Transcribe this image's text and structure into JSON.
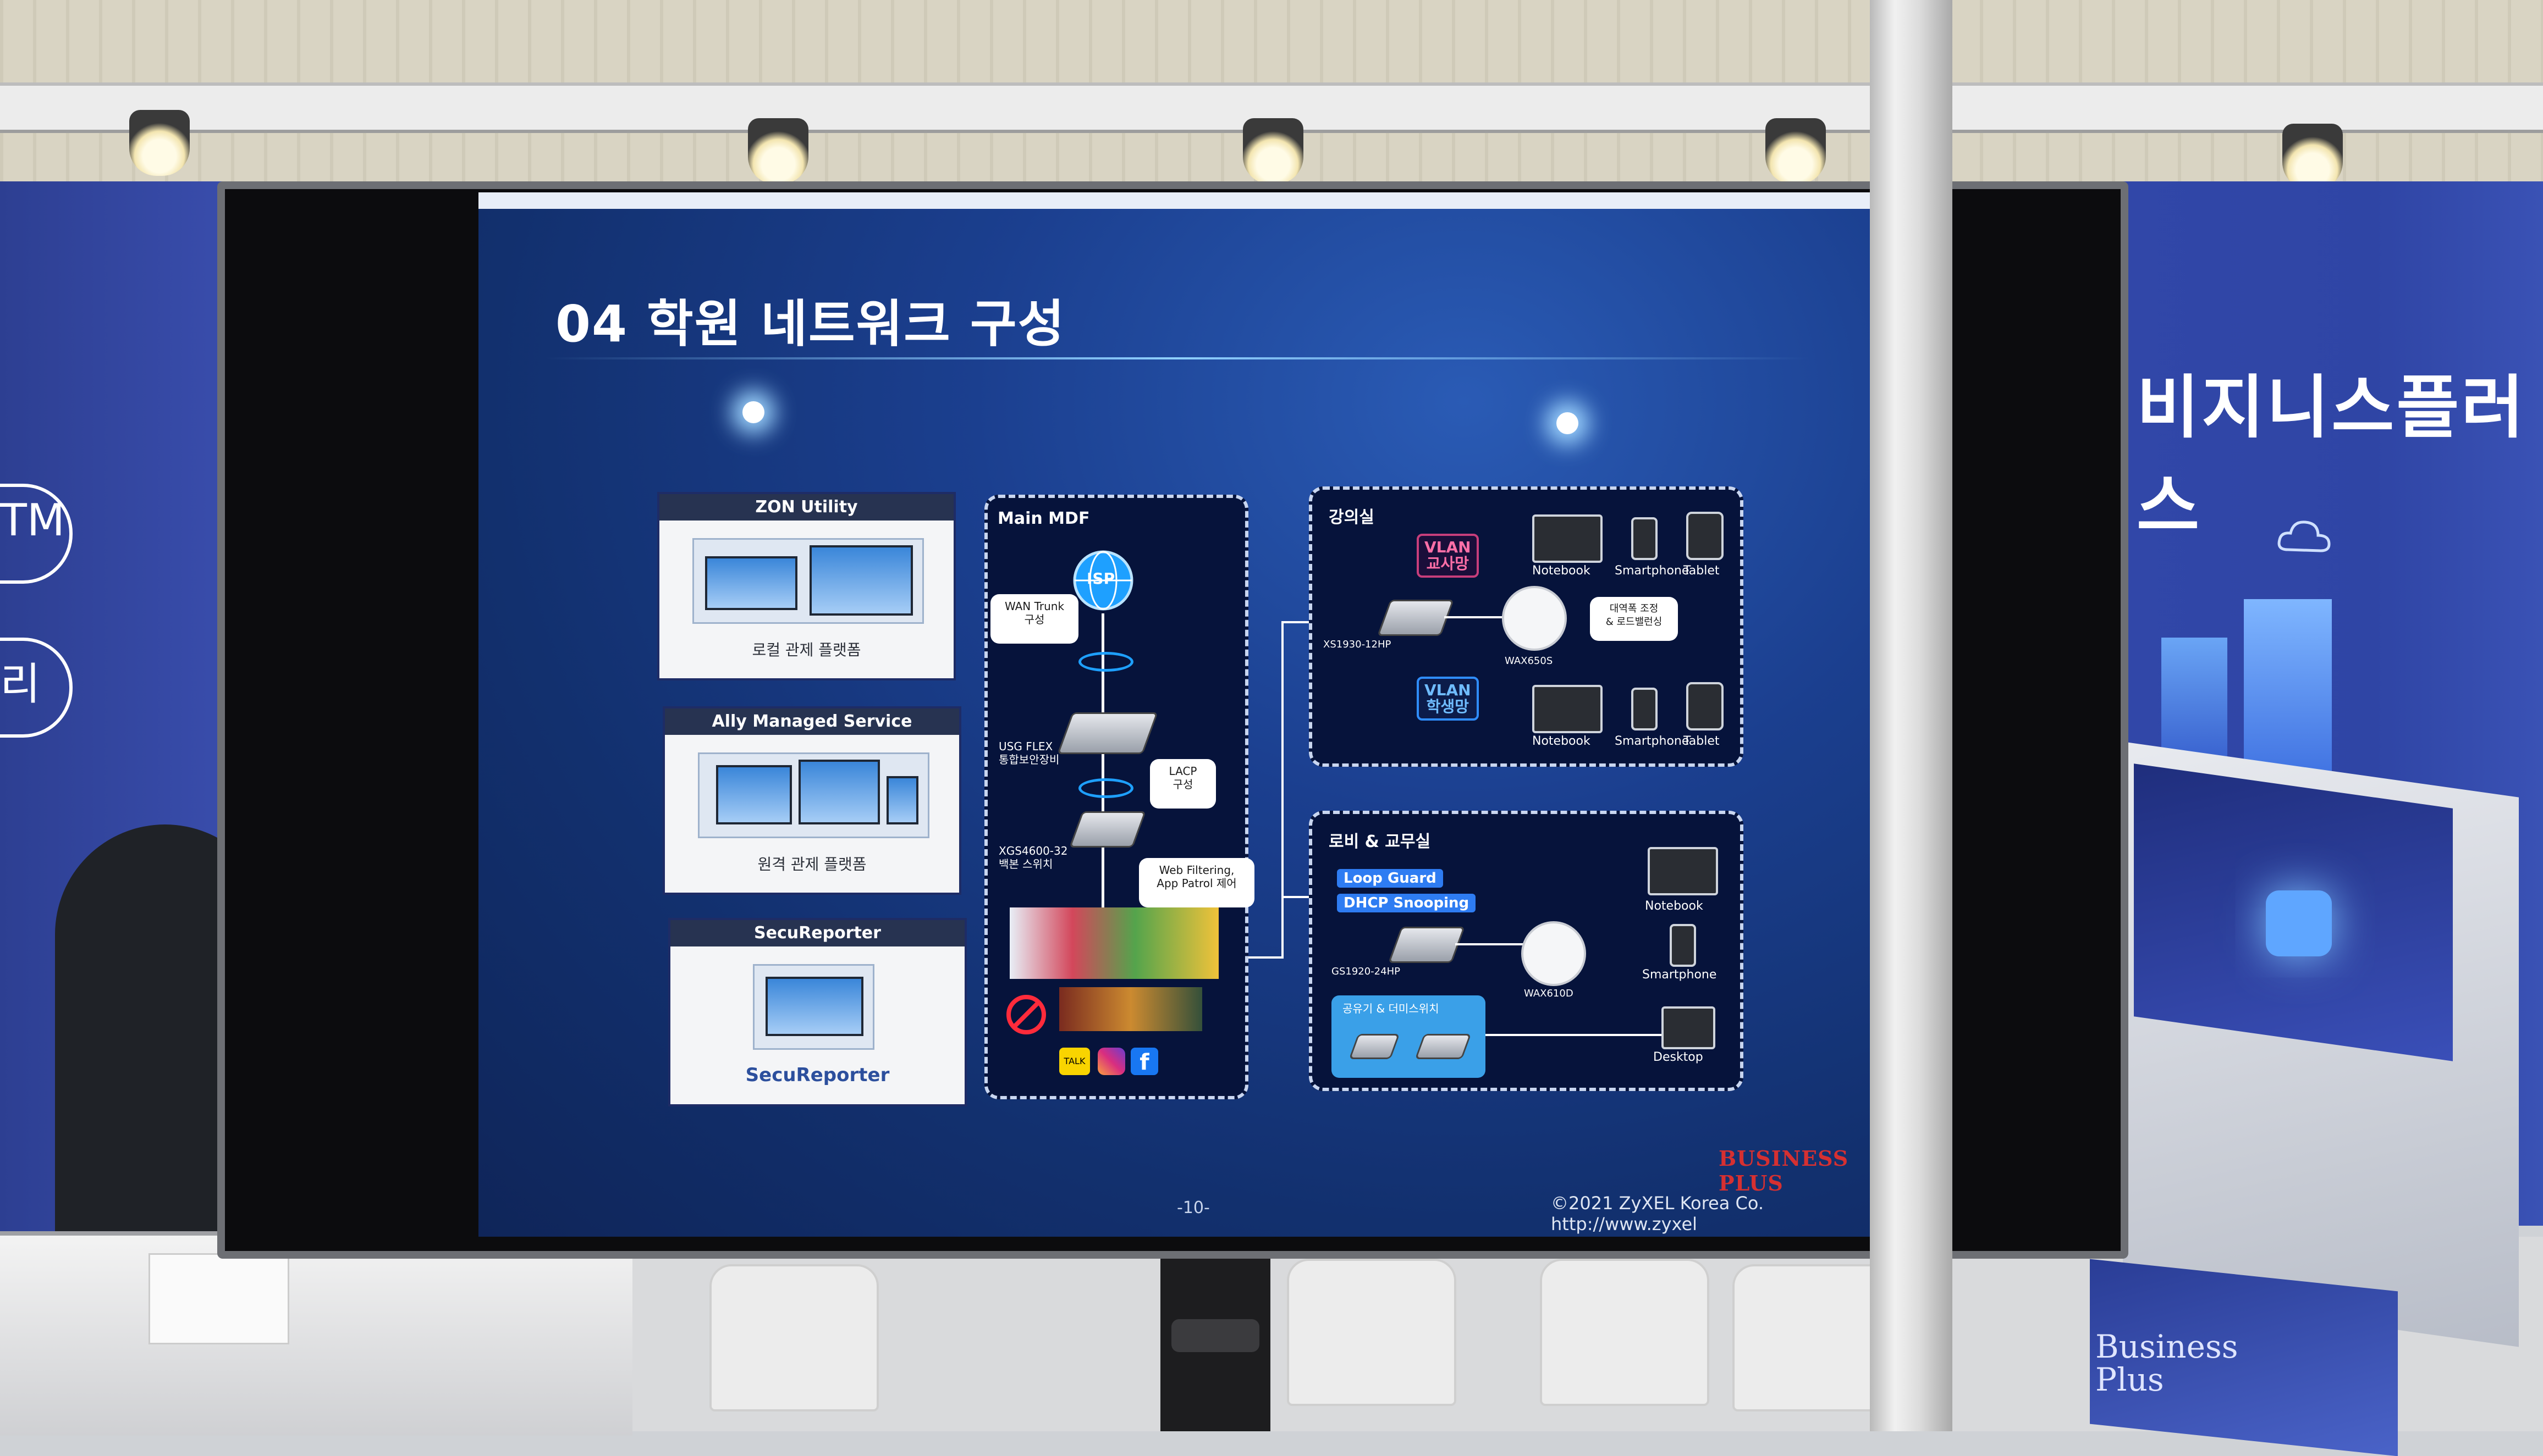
{
  "slide": {
    "title": "04 학원 네트워크 구성",
    "page_number": "-10-",
    "copyright": "©2021 ZyXEL Korea Co. http://www.zyxel",
    "brand": "BUSINESS PLUS"
  },
  "left_cards": [
    {
      "header": "ZON Utility",
      "caption": "로컬 관제 플랫폼"
    },
    {
      "header": "Ally Managed Service",
      "caption": "원격 관제 플랫폼"
    },
    {
      "header": "SecuReporter",
      "caption": "SecuReporter"
    }
  ],
  "main_mdf": {
    "title": "Main MDF",
    "isp": "ISP",
    "wan_bubble": "WAN Trunk\n구성",
    "usg_label": "USG FLEX\n통합보안장비",
    "lacp_bubble": "LACP\n구성",
    "xgs_label": "XGS4600-32\n백본 스위치",
    "web_bubble": "Web Filtering,\nApp Patrol 제어"
  },
  "lecture_room": {
    "title": "강의실",
    "vlan_teacher": "VLAN\n교사망",
    "vlan_student": "VLAN\n학생망",
    "switch": "XS1930-12HP",
    "ap": "WAX650S",
    "bubble": "대역폭 조정\n& 로드밸런싱",
    "devices_top": [
      "Notebook",
      "Smartphone",
      "Tablet"
    ],
    "devices_bottom": [
      "Notebook",
      "Smartphone",
      "Tablet"
    ]
  },
  "lobby": {
    "title": "로비 & 교무실",
    "tags": [
      "Loop Guard",
      "DHCP Snooping"
    ],
    "switch": "GS1920-24HP",
    "ap": "WAX610D",
    "sub_box": "공유기 & 더미스위치",
    "devices": [
      "Notebook",
      "Smartphone",
      "Desktop"
    ]
  },
  "environment": {
    "wall_brand": "비지니스플러스",
    "wall_partial_top": "TM",
    "wall_partial_bottom": "리",
    "lower_brochure": "Business\nPlus"
  },
  "colors": {
    "slide_bg": "#1b3f8f",
    "panel_bg": "#06133b",
    "vlan_teacher": "#c73e7b",
    "vlan_student": "#2f8dff",
    "tag_blue": "#2e7cf2",
    "brand_red": "#d63031",
    "booth_wall": "#3147a8"
  },
  "icons": [
    "isp-globe-icon",
    "firewall-device-icon",
    "switch-device-icon",
    "wifi-ap-icon",
    "notebook-icon",
    "smartphone-icon",
    "tablet-icon",
    "desktop-icon",
    "block-icon",
    "instagram-icon",
    "facebook-icon",
    "kakaotalk-icon",
    "cloud-icon",
    "padlock-icon"
  ]
}
